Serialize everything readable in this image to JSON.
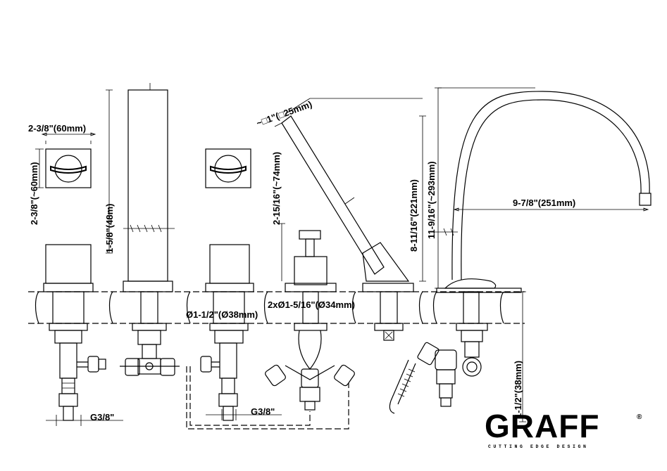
{
  "dimensions": {
    "handle_width": "2-3/8\"(60mm)",
    "handle_height": "2-3/8\"(~60mm)",
    "stem_height": "1-5/8\"(48m)",
    "body_diameter": "Ø1-1/2\"(Ø38mm)",
    "thread_left": "G3/8\"",
    "thread_middle": "G3/8\"",
    "handshower_size": "~□1\"(□25mm)",
    "handshower_offset": "2-15/16\"(~74mm)",
    "holder_diameter": "2xØ1-5/16\"(Ø34mm)",
    "handshower_height": "8-11/16\"(221mm)",
    "spout_height": "11-9/16\"(~293mm)",
    "spout_reach": "9-7/8\"(251mm)",
    "deck_thickness": "1-1/2\"(38mm)"
  },
  "brand": {
    "name": "GRAFF",
    "registered_mark": "®",
    "tagline": "CUTTING EDGE DESIGN"
  }
}
